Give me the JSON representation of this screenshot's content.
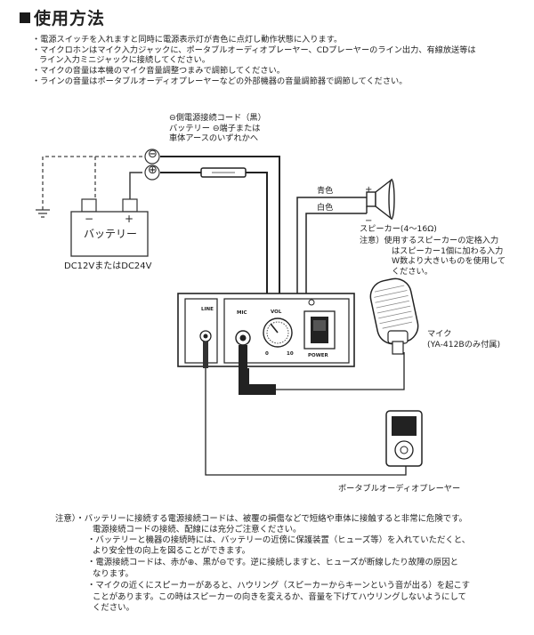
{
  "section_title": "使用方法",
  "bullets": [
    "・電源スイッチを入れますと同時に電源表示灯が青色に点灯し動作状態に入ります。",
    "・マイクロホンはマイク入力ジャックに、ポータブルオーディオプレーヤー、CDプレーヤーのライン出力、有線放送等は",
    "ライン入力ミニジャックに接続してください。",
    "・マイクの音量は本機のマイク音量調整つまみで調節してください。",
    "・ラインの音量はポータブルオーディオプレーヤーなどの外部機器の音量調節器で調節してください。"
  ],
  "diagram": {
    "cord_label": [
      "⊖側電源接続コード（黒）",
      "バッテリー ⊖端子または",
      "車体アースのいずれかへ"
    ],
    "battery_label": "バッテリー",
    "battery_minus": "−",
    "battery_plus": "+",
    "minus_symbol": "⊖",
    "plus_symbol": "⊕",
    "voltage_label": "DC12VまたはDC24V",
    "wire_blue": "青色",
    "wire_white": "白色",
    "spk_plus": "+",
    "spk_minus": "−",
    "speaker_label": "スピーカー(4〜16Ω)",
    "speaker_note": [
      "注意）使用するスピーカーの定格入力",
      "はスピーカー1個に加わる入力",
      "W数より大きいものを使用して",
      "ください。"
    ],
    "mic_label": [
      "マイク",
      "(YA-412Bのみ付属)"
    ],
    "player_label": "ポータブルオーディオプレーヤー",
    "amp_line": "LINE",
    "amp_mic": "MIC",
    "amp_vol": "VOL",
    "amp_vol_min": "0",
    "amp_vol_max": "10",
    "amp_power": "POWER"
  },
  "notes": [
    "注意）・バッテリーに接続する電源接続コードは、被覆の損傷などで短絡や車体に接触すると非常に危険です。",
    "電源接続コードの接続、配線には充分ご注意ください。",
    "・バッテリーと機器の接続時には、バッテリーの近傍に保護装置（ヒューズ等）を入れていただくと、",
    "より安全性の向上を図ることができます。",
    "・電源接続コードは、赤が⊕、黒が⊖です。逆に接続しますと、ヒューズが断線したり故障の原因と",
    "なります。",
    "・マイクの近くにスピーカーがあると、ハウリング（スピーカーからキーンという音が出る）を起こす",
    "ことがあります。この時はスピーカーの向きを変えるか、音量を下げてハウリングしないようにして",
    "ください。"
  ]
}
